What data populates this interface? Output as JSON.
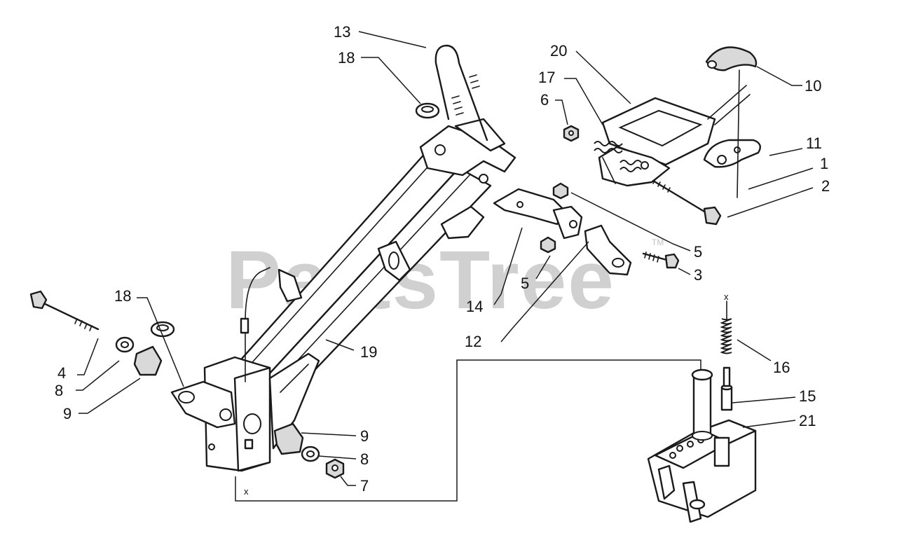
{
  "watermark": {
    "text": "PartsTree",
    "trademark": "TM"
  },
  "callouts": {
    "c13": "13",
    "c18a": "18",
    "c20": "20",
    "c17": "17",
    "c6": "6",
    "c10": "10",
    "c11": "11",
    "c1": "1",
    "c2": "2",
    "c5a": "5",
    "c5b": "5",
    "c3": "3",
    "c14": "14",
    "c12": "12",
    "c18b": "18",
    "c19": "19",
    "c4": "4",
    "c8a": "8",
    "c9a": "9",
    "c9b": "9",
    "c8b": "8",
    "c7": "7",
    "c16": "16",
    "c15": "15",
    "c21": "21"
  },
  "markers": {
    "x_top": "x",
    "x_bottom": "x"
  }
}
